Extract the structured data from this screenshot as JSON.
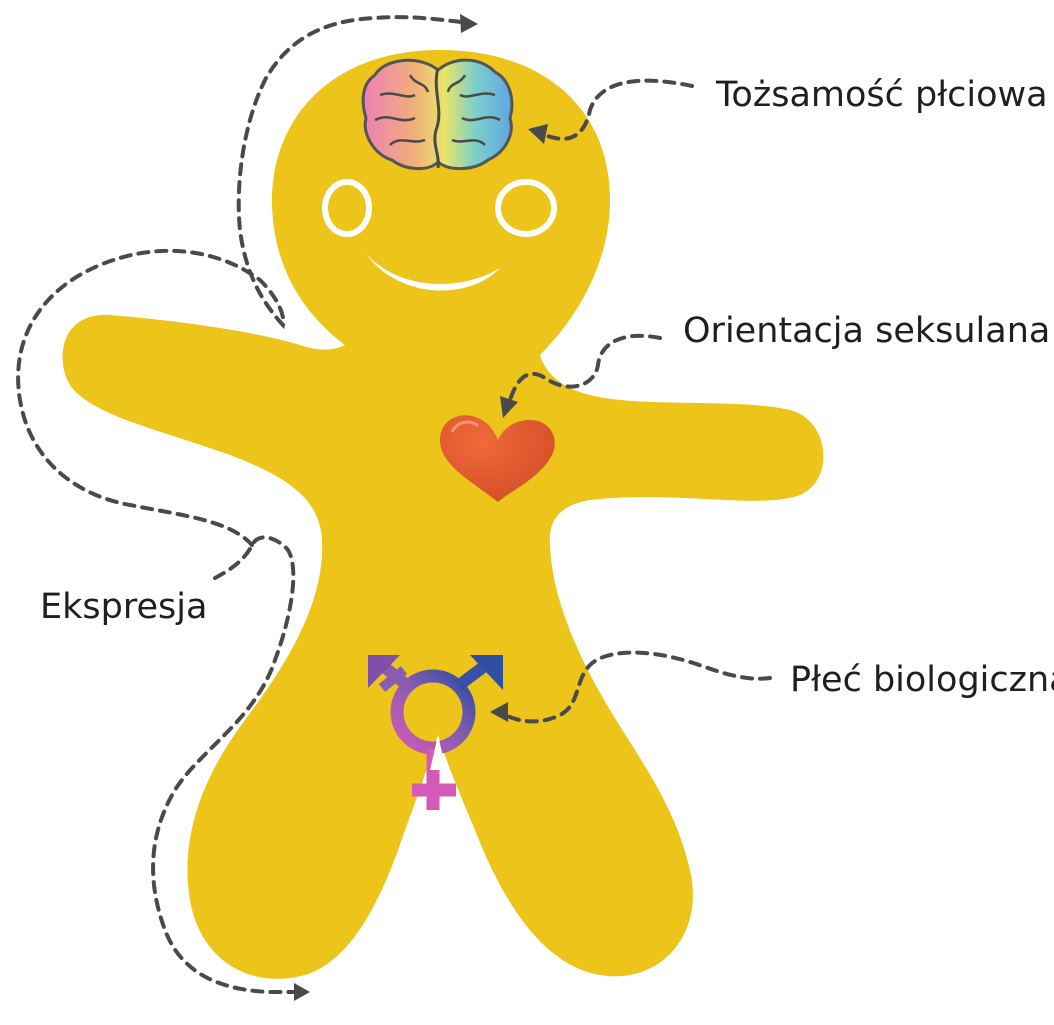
{
  "labels": {
    "gender_identity": "Tożsamość płciowa",
    "sexual_orientation": "Orientacja seksulana",
    "expression": "Ekspresja",
    "biological_sex": "Płeć biologiczna"
  },
  "colors": {
    "body": "#ECC41A",
    "heart": "#E0522A",
    "arrow": "#4a4a4a",
    "symbol_male": "#2F4FA2",
    "symbol_female": "#C256B4",
    "symbol_mid": "#8A5CB0"
  },
  "icons": {
    "brain": "brain-icon",
    "heart": "heart-icon",
    "sex_symbol": "transgender-symbol-icon"
  }
}
